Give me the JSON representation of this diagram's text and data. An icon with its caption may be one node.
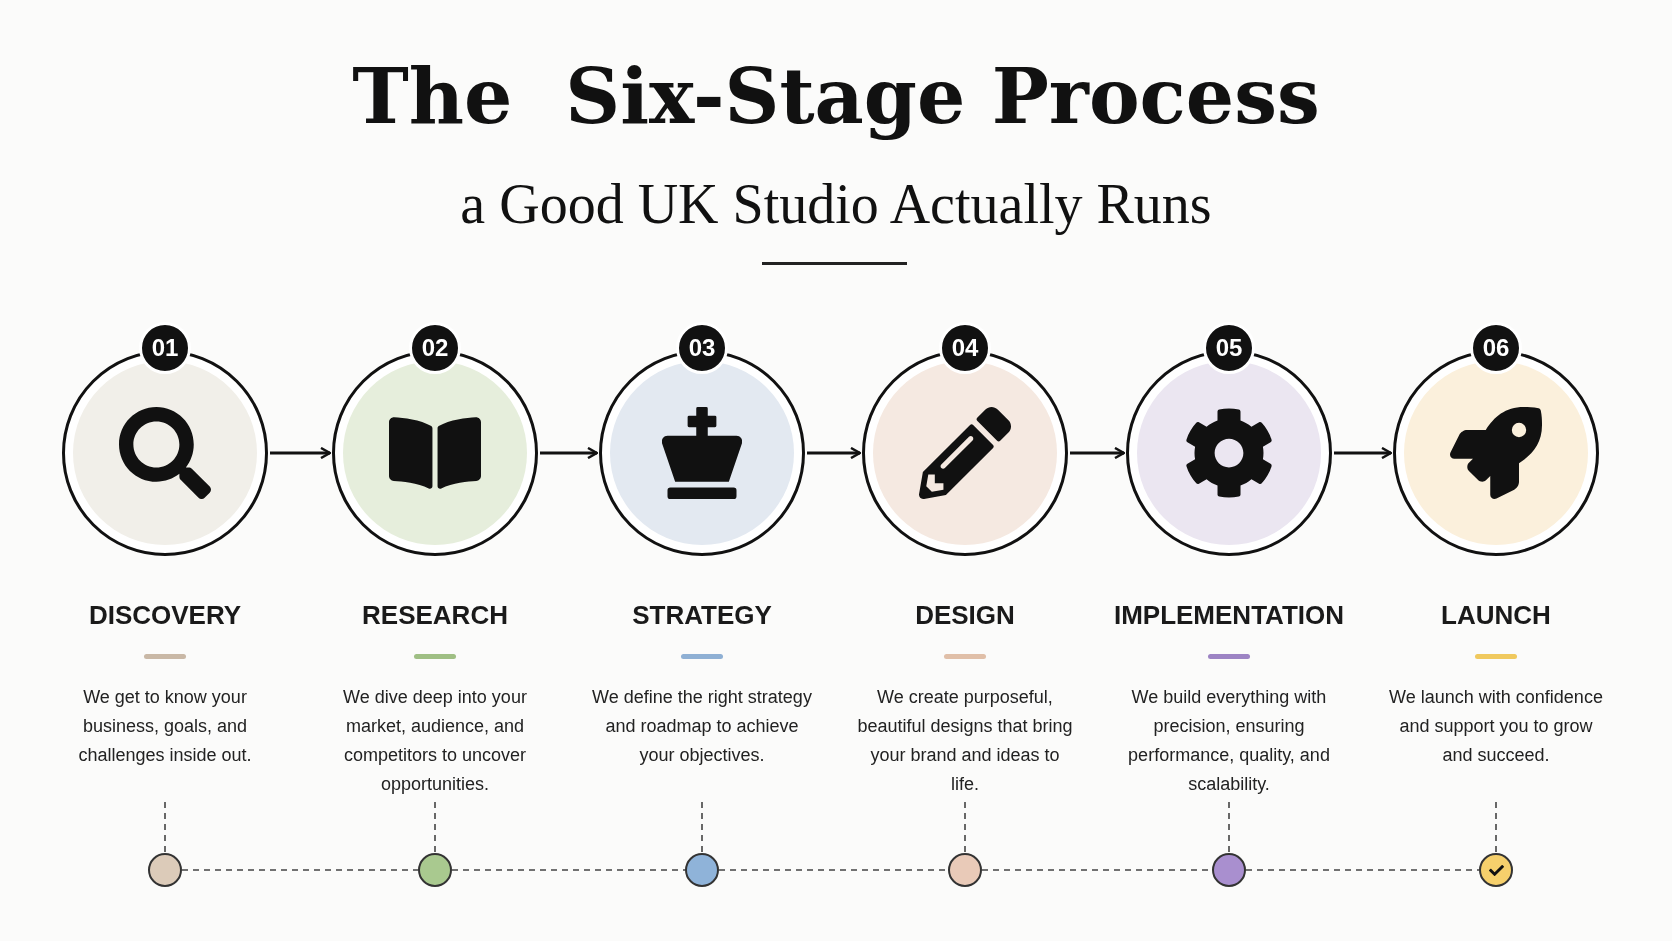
{
  "diagram": {
    "title": "The  Six-Stage Process",
    "caption": "a Good UK Studio Actually Runs",
    "nodes": [
      {
        "text": [
          "01",
          "DISCOVERY",
          "We get to know your business, goals, and challenges inside out."
        ]
      },
      {
        "text": [
          "02",
          "RESEARCH",
          "We dive deep into your market, audience, and competitors to uncover opportunities."
        ]
      },
      {
        "text": [
          "03",
          "STRATEGY",
          "We define the right strategy and roadmap to achieve your objectives."
        ]
      },
      {
        "text": [
          "04",
          "DESIGN",
          "We create purposeful, beautiful designs that bring your brand and ideas to life."
        ]
      },
      {
        "text": [
          "05",
          "IMPLEMENTATION",
          "We build everything with precision, ensuring performance, quality, and scalability."
        ]
      },
      {
        "text": [
          "06",
          "LAUNCH",
          "We launch with confidence and support you to grow and succeed."
        ]
      },
      {
        "text": [],
        "shape": "circle"
      },
      {
        "text": [],
        "shape": "circle"
      },
      {
        "text": [],
        "shape": "circle"
      },
      {
        "text": [],
        "shape": "circle"
      },
      {
        "text": [],
        "shape": "circle"
      },
      {
        "text": [],
        "shape": "circle"
      }
    ],
    "edges": [
      {
        "from": 0,
        "to": 1,
        "arrow": "to"
      },
      {
        "from": 1,
        "to": 2,
        "arrow": "to"
      },
      {
        "from": 2,
        "to": 3,
        "arrow": "to"
      },
      {
        "from": 3,
        "to": 4,
        "arrow": "to"
      },
      {
        "from": 4,
        "to": 5,
        "arrow": "to"
      },
      {
        "from": 0,
        "to": 6,
        "arrow": "none",
        "style": "dashed"
      },
      {
        "from": 1,
        "to": 7,
        "arrow": "none",
        "style": "dashed"
      },
      {
        "from": 2,
        "to": 8,
        "arrow": "none",
        "style": "dashed"
      },
      {
        "from": 3,
        "to": 9,
        "arrow": "none",
        "style": "dashed"
      },
      {
        "from": 4,
        "to": 10,
        "arrow": "none",
        "style": "dashed"
      },
      {
        "from": 5,
        "to": 11,
        "arrow": "none",
        "style": "dashed"
      },
      {
        "from": 6,
        "to": 7,
        "arrow": "none",
        "style": "dashed"
      },
      {
        "from": 7,
        "to": 8,
        "arrow": "none",
        "style": "dashed"
      },
      {
        "from": 8,
        "to": 9,
        "arrow": "none",
        "style": "dashed"
      },
      {
        "from": 9,
        "to": 10,
        "arrow": "none",
        "style": "dashed"
      },
      {
        "from": 10,
        "to": 11,
        "arrow": "none",
        "style": "dashed"
      }
    ]
  }
}
